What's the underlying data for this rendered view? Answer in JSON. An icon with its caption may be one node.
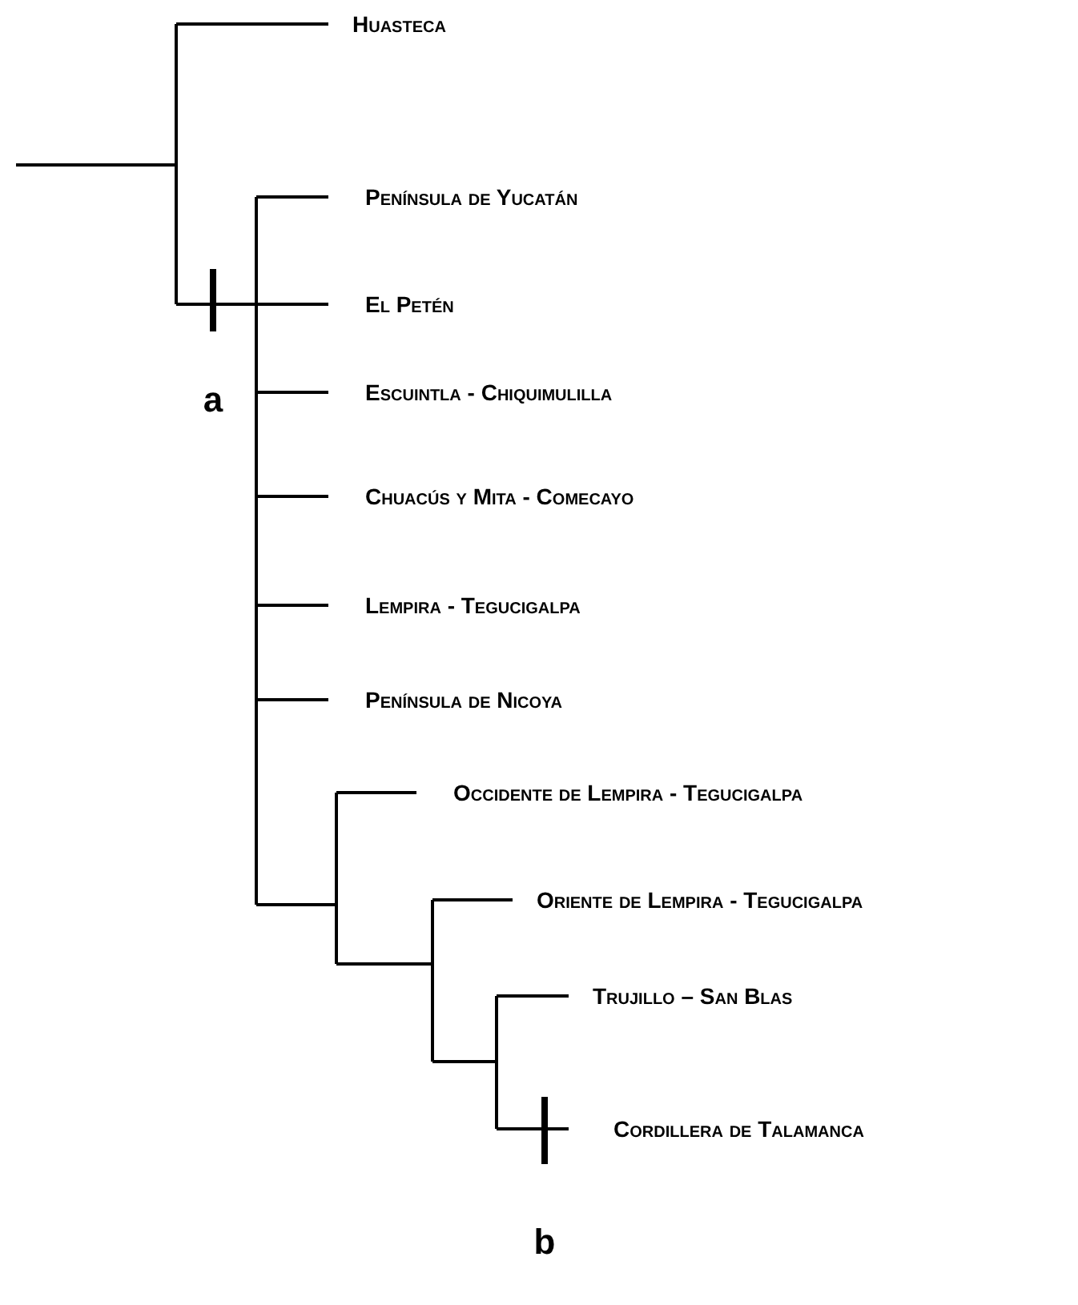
{
  "diagram": {
    "labels": [
      "Huasteca",
      "Península de Yucatán",
      "El Petén",
      "a",
      "Escuintla - Chiquimulilla",
      "Chuacús y  Mita - Comecayo",
      "Lempira - Tegucigalpa",
      "Península de Nicoya",
      "Occidente de Lempira - Tegucigalpa",
      "Oriente de Lempira - Tegucigalpa",
      "Trujillo – San Blas",
      "Cordillera de Talamanca",
      "b"
    ]
  }
}
